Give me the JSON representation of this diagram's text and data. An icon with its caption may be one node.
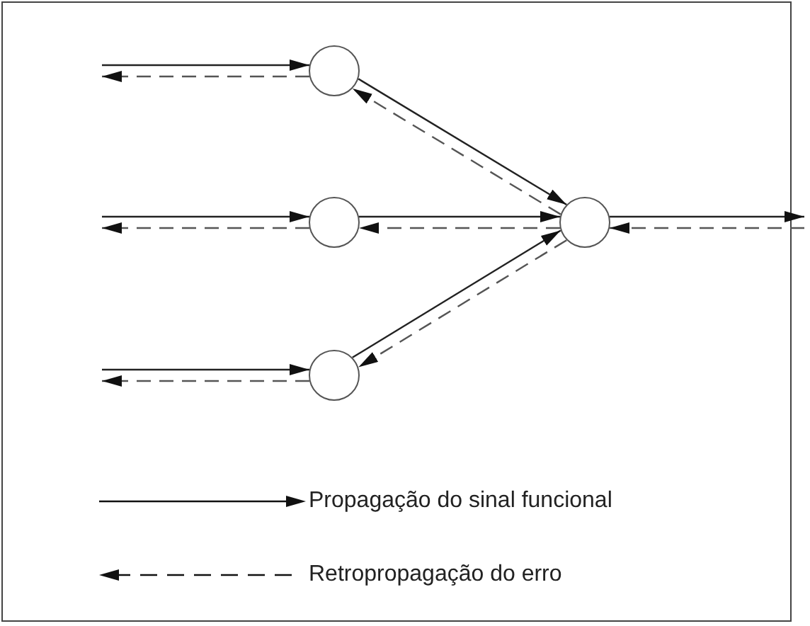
{
  "diagram": {
    "nodes": [
      {
        "text": [],
        "shape": "circle"
      },
      {
        "text": [],
        "shape": "circle"
      },
      {
        "text": [],
        "shape": "circle"
      },
      {
        "text": [],
        "shape": "circle"
      }
    ],
    "edges": [
      {
        "from": null,
        "to": 0,
        "arrow": "to"
      },
      {
        "from": 0,
        "to": null,
        "arrow": "to",
        "style": "dashed"
      },
      {
        "from": null,
        "to": 1,
        "arrow": "to"
      },
      {
        "from": 1,
        "to": null,
        "arrow": "to",
        "style": "dashed"
      },
      {
        "from": null,
        "to": 2,
        "arrow": "to"
      },
      {
        "from": 2,
        "to": null,
        "arrow": "to",
        "style": "dashed"
      },
      {
        "from": 0,
        "to": 3,
        "arrow": "to"
      },
      {
        "from": 3,
        "to": 0,
        "arrow": "to",
        "style": "dashed"
      },
      {
        "from": 1,
        "to": 3,
        "arrow": "to"
      },
      {
        "from": 3,
        "to": 1,
        "arrow": "to",
        "style": "dashed"
      },
      {
        "from": 2,
        "to": 3,
        "arrow": "to"
      },
      {
        "from": 3,
        "to": 2,
        "arrow": "to",
        "style": "dashed"
      },
      {
        "from": 3,
        "to": null,
        "arrow": "to"
      },
      {
        "from": null,
        "to": 3,
        "arrow": "to",
        "style": "dashed"
      }
    ],
    "legend": [
      {
        "text": "Propagação do sinal funcional"
      },
      {
        "text": "Retropropagação do erro"
      }
    ]
  }
}
